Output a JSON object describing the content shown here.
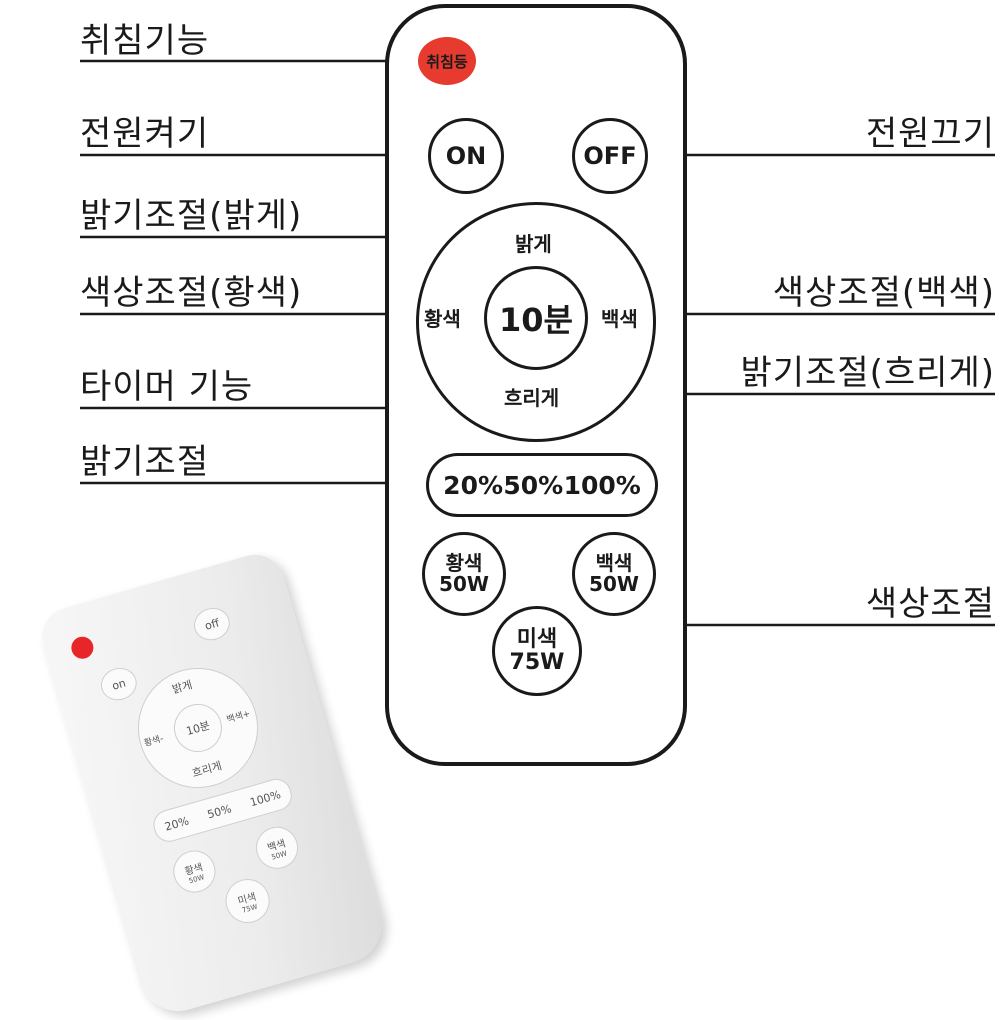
{
  "labels": {
    "sleep": "취침기능",
    "power_on": "전원켜기",
    "power_off": "전원끄기",
    "bright_up": "밝기조절(밝게)",
    "warm": "색상조절(황색)",
    "cool": "색상조절(백색)",
    "timer": "타이머 기능",
    "bright_down": "밝기조절(흐리게)",
    "bright_preset": "밝기조절",
    "color_preset": "색상조절"
  },
  "remote": {
    "sleep_btn": "취침등",
    "on_btn": "ON",
    "off_btn": "OFF",
    "bright_up": "밝게",
    "warm": "황색",
    "timer": "10분",
    "cool": "백색",
    "bright_down": "흐리게",
    "pct_20": "20%",
    "pct_50": "50%",
    "pct_100": "100%",
    "warm50_a": "황색",
    "warm50_b": "50W",
    "cool50_a": "백색",
    "cool50_b": "50W",
    "mix75_a": "미색",
    "mix75_b": "75W"
  },
  "photo": {
    "off": "off",
    "on": "on",
    "bright": "밝게",
    "timer": "10분",
    "warm": "황색-",
    "cool": "백색+",
    "dim": "흐리게",
    "p20": "20%",
    "p50": "50%",
    "p100": "100%",
    "warm_a": "황색",
    "warm_b": "50W",
    "cool_a": "백색",
    "cool_b": "50W",
    "mix_a": "미색",
    "mix_b": "75W"
  },
  "colors": {
    "sleep_button": "#e63b2e",
    "line": "#1a1a1a"
  }
}
